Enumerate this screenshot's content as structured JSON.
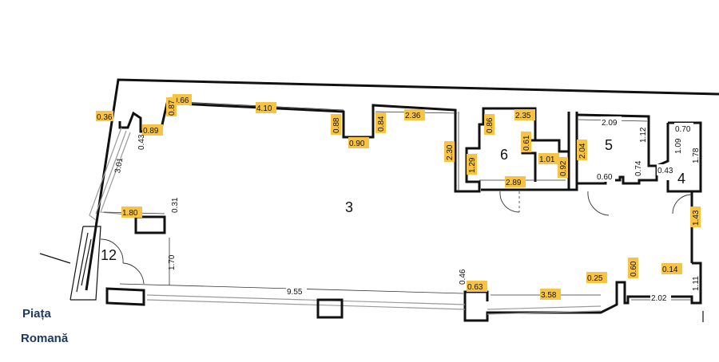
{
  "street_label": {
    "line1": "Piața",
    "line2": "Romană"
  },
  "rooms": [
    "3",
    "6",
    "5",
    "4",
    "12"
  ],
  "dimensions": {
    "d_036": "0.36",
    "d_066": "0.66",
    "d_087": "0.87",
    "d_089": "0.89",
    "d_043a": "0.43",
    "d_410": "4.10",
    "d_088": "0.88",
    "d_090": "0.90",
    "d_084": "0.84",
    "d_236": "2.36",
    "d_230": "2.30",
    "d_086": "0.86",
    "d_235": "2.35",
    "d_061": "0.61",
    "d_129": "1.29",
    "d_101": "1.01",
    "d_092": "0.92",
    "d_289": "2.89",
    "d_209": "2.09",
    "d_112": "1.12",
    "d_204": "2.04",
    "d_074": "0.74",
    "d_060a": "0.60",
    "d_070": "0.70",
    "d_109": "1.09",
    "d_178": "1.78",
    "d_043b": "0.43",
    "d_301": "3.01",
    "d_180": "1.80",
    "d_031": "0.31",
    "d_170": "1.70",
    "d_955": "9.55",
    "d_046": "0.46",
    "d_063": "0.63",
    "d_358": "3.58",
    "d_025": "0.25",
    "d_060b": "0.60",
    "d_143": "1.43",
    "d_014": "0.14",
    "d_111": "1.11",
    "d_202": "2.02"
  },
  "colors": {
    "label_fill": "#f7c342",
    "street_text": "#1d3a60",
    "wall": "#111111"
  }
}
